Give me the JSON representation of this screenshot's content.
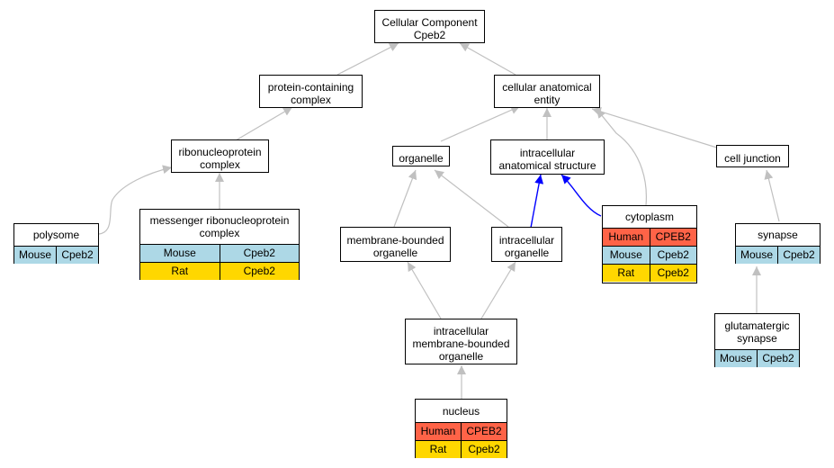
{
  "nodes": {
    "root": [
      "Cellular Component",
      "Cpeb2"
    ],
    "protein_complex": [
      "protein-containing",
      "complex"
    ],
    "cellular_entity": [
      "cellular anatomical",
      "entity"
    ],
    "rnp_complex": [
      "ribonucleoprotein",
      "complex"
    ],
    "organelle": [
      "organelle"
    ],
    "intracellular_structure": [
      "intracellular",
      "anatomical structure"
    ],
    "cell_junction": [
      "cell junction"
    ],
    "polysome": {
      "title": [
        "polysome"
      ],
      "rows": [
        [
          "Mouse",
          "Cpeb2"
        ]
      ]
    },
    "messenger_rnp": {
      "title": [
        "messenger ribonucleoprotein",
        "complex"
      ],
      "rows": [
        [
          "Mouse",
          "Cpeb2"
        ],
        [
          "Rat",
          "Cpeb2"
        ]
      ]
    },
    "membrane_bounded": [
      "membrane-bounded",
      "organelle"
    ],
    "intracellular_organelle": [
      "intracellular",
      "organelle"
    ],
    "cytoplasm": {
      "title": [
        "cytoplasm"
      ],
      "rows": [
        [
          "Human",
          "CPEB2"
        ],
        [
          "Mouse",
          "Cpeb2"
        ],
        [
          "Rat",
          "Cpeb2"
        ]
      ]
    },
    "synapse": {
      "title": [
        "synapse"
      ],
      "rows": [
        [
          "Mouse",
          "Cpeb2"
        ]
      ]
    },
    "intracellular_membrane": [
      "intracellular",
      "membrane-bounded",
      "organelle"
    ],
    "glutamatergic": {
      "title": [
        "glutamatergic",
        "synapse"
      ],
      "rows": [
        [
          "Mouse",
          "Cpeb2"
        ]
      ]
    },
    "nucleus": {
      "title": [
        "nucleus"
      ],
      "rows": [
        [
          "Human",
          "CPEB2"
        ],
        [
          "Rat",
          "Cpeb2"
        ]
      ]
    }
  },
  "colors": {
    "human": "#ff6347",
    "mouse": "#add8e6",
    "rat": "#ffd700",
    "edge_default": "#c0c0c0",
    "edge_highlight": "#0000ff"
  }
}
